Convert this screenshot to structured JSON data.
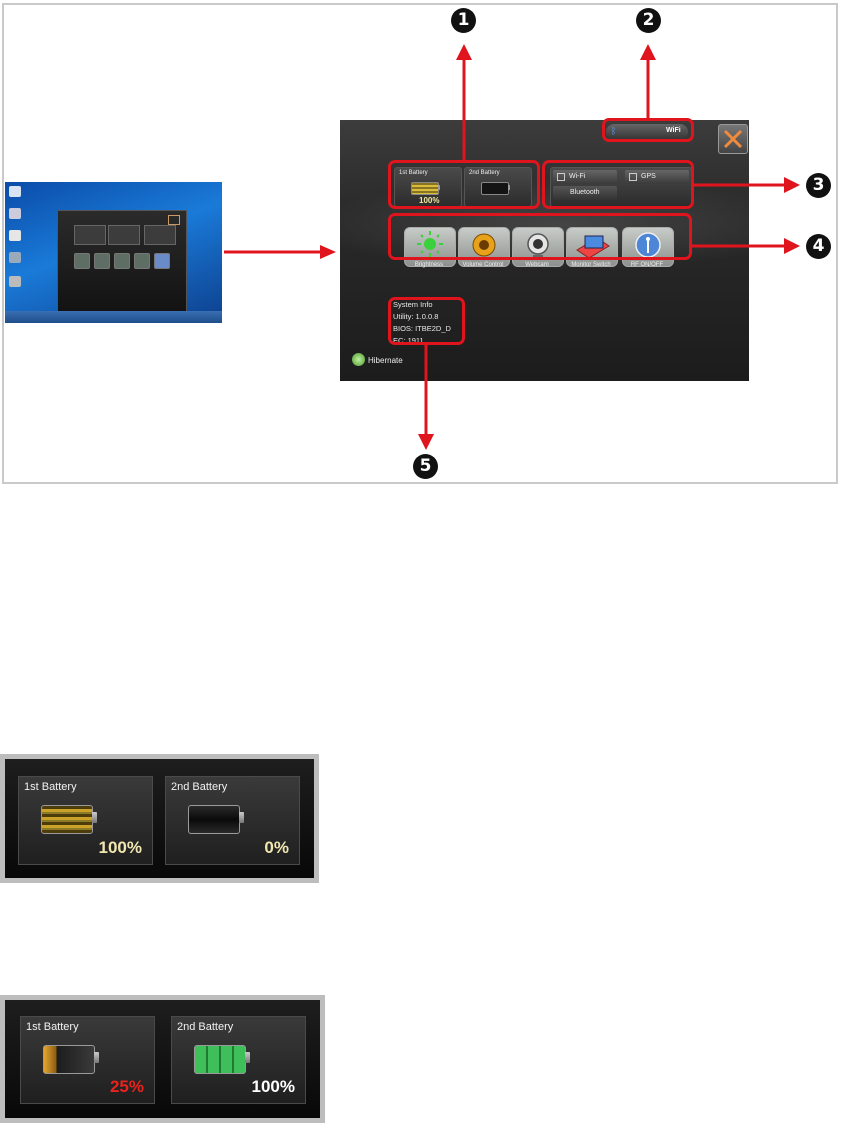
{
  "callouts": [
    "1",
    "2",
    "3",
    "4",
    "5"
  ],
  "window": {
    "batteries": [
      {
        "label": "1st Battery",
        "percent": "100%",
        "level": 1.0
      },
      {
        "label": "2nd Battery",
        "percent": "",
        "level": 0.0
      }
    ],
    "status_icons": {
      "bluetooth_icon": "bluetooth-icon",
      "wifi_label": "WiFi"
    },
    "close_icon": "close-icon",
    "toggles": {
      "wifi": "Wi-Fi",
      "gps": "GPS",
      "bluetooth": "Bluetooth"
    },
    "buttons": [
      {
        "label": "Brightness",
        "icon": "brightness-icon"
      },
      {
        "label": "Volume Control",
        "icon": "volume-icon"
      },
      {
        "label": "Webcam",
        "icon": "webcam-icon"
      },
      {
        "label": "Monitor Switch",
        "icon": "monitor-switch-icon"
      },
      {
        "label": "RF ON/OFF",
        "icon": "rf-icon"
      }
    ],
    "system_info": {
      "title": "System Info",
      "utility": "Utility: 1.0.0.8",
      "bios": "BIOS: ITBE2D_D",
      "ec": "EC: 1911"
    },
    "hibernate": "Hibernate"
  },
  "battery_panel_1": {
    "cards": [
      {
        "label": "1st Battery",
        "percent": "100%",
        "level": 1.0,
        "color": "#f0e6b0"
      },
      {
        "label": "2nd Battery",
        "percent": "0%",
        "level": 0.0,
        "color": "#f0e6b0"
      }
    ]
  },
  "battery_panel_2": {
    "cards": [
      {
        "label": "1st Battery",
        "percent": "25%",
        "level": 0.25,
        "color": "#e8231e"
      },
      {
        "label": "2nd Battery",
        "percent": "100%",
        "level": 1.0,
        "color": "#ffffff"
      }
    ]
  },
  "colors": {
    "highlight": "#e0141c",
    "battery_gold": "#c9a227",
    "battery_green": "#3fbf5a"
  }
}
